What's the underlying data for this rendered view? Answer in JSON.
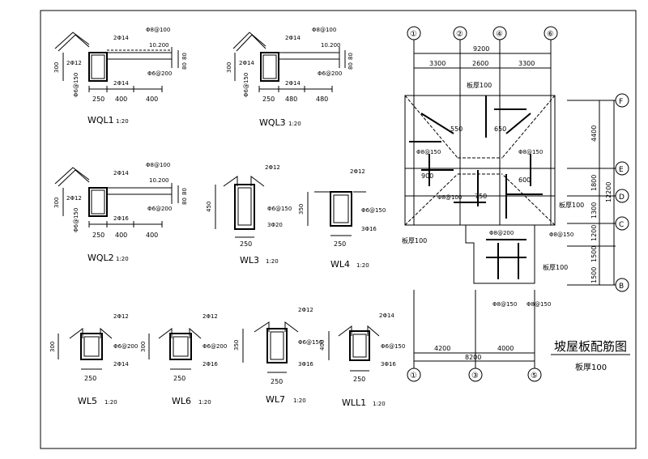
{
  "drawing": {
    "title": "坡屋板配筋图",
    "title_note": "板厚100",
    "line_color": "#000000",
    "paper_color": "#ffffff"
  },
  "details": {
    "wql1": {
      "name": "WQL1",
      "scale": "1:20",
      "top_bar": "2Φ14",
      "slab_bar": "Φ8@100",
      "elev": "10.200",
      "side_bar": "2Φ12",
      "bottom_bar": "2Φ14",
      "stirrup": "Φ6@150",
      "dist": "Φ6@200",
      "h": "300",
      "t1": "80",
      "t2": "80",
      "w1": "250",
      "w2": "400",
      "w3": "400"
    },
    "wql3": {
      "name": "WQL3",
      "scale": "1:20",
      "top_bar": "2Φ14",
      "slab_bar": "Φ8@100",
      "elev": "10.200",
      "side_bar": "2Φ14",
      "bottom_bar": "2Φ14",
      "stirrup": "Φ6@150",
      "dist": "Φ6@200",
      "h": "300",
      "t1": "80",
      "t2": "80",
      "w1": "250",
      "w2": "480",
      "w3": "480"
    },
    "wql2": {
      "name": "WQL2",
      "scale": "1:20",
      "top_bar": "2Φ14",
      "slab_bar": "Φ8@100",
      "elev": "10.200",
      "side_bar": "2Φ12",
      "bottom_bar": "2Φ16",
      "stirrup": "Φ6@150",
      "dist": "Φ6@200",
      "h": "300",
      "t1": "80",
      "t2": "80",
      "w1": "250",
      "w2": "400",
      "w3": "400"
    },
    "wl3": {
      "name": "WL3",
      "scale": "1:20",
      "top": "2Φ12",
      "stirrup": "Φ6@150",
      "bottom": "3Φ20",
      "h": "450",
      "w": "250"
    },
    "wl4": {
      "name": "WL4",
      "scale": "1:20",
      "top": "2Φ12",
      "stirrup": "Φ6@150",
      "bottom": "3Φ16",
      "h": "350",
      "w": "250"
    },
    "wl5": {
      "name": "WL5",
      "scale": "1:20",
      "top": "2Φ12",
      "stirrup": "Φ6@200",
      "bottom": "2Φ14",
      "h": "300",
      "w": "250"
    },
    "wl6": {
      "name": "WL6",
      "scale": "1:20",
      "top": "2Φ12",
      "stirrup": "Φ6@200",
      "bottom": "2Φ16",
      "h": "300",
      "w": "250"
    },
    "wl7": {
      "name": "WL7",
      "scale": "1:20",
      "top": "2Φ12",
      "stirrup": "Φ6@150",
      "bottom": "3Φ16",
      "h": "350",
      "w": "250"
    },
    "wll1": {
      "name": "WLL1",
      "scale": "1:20",
      "top": "2Φ14",
      "stirrup": "Φ6@150",
      "bottom": "3Φ16",
      "h": "400",
      "w": "250"
    }
  },
  "plan": {
    "top_axes": [
      "①",
      "②",
      "④",
      "⑥"
    ],
    "bottom_axes": [
      "①",
      "③",
      "⑤"
    ],
    "right_axes": [
      "F",
      "E",
      "D",
      "C",
      "B"
    ],
    "top_total": "9200",
    "top_spans": [
      "3300",
      "2600",
      "3300"
    ],
    "bottom_total": "8200",
    "bottom_spans": [
      "4200",
      "4000"
    ],
    "right_total": "12200",
    "right_spans": [
      "4400",
      "1800",
      "1300",
      "1200",
      "1500",
      "1500"
    ],
    "labels": {
      "slab_thk": "板厚100",
      "bar_150a": "Φ8@150",
      "bar_150b": "Φ8@150",
      "bar_150c": "Φ8@150",
      "bar_150d": "Φ8@150",
      "bar_200": "Φ8@200",
      "bar_100": "Φ8@100",
      "len_550": "550",
      "len_650": "650",
      "len_750": "750",
      "len_900": "900",
      "len_600": "600"
    }
  }
}
